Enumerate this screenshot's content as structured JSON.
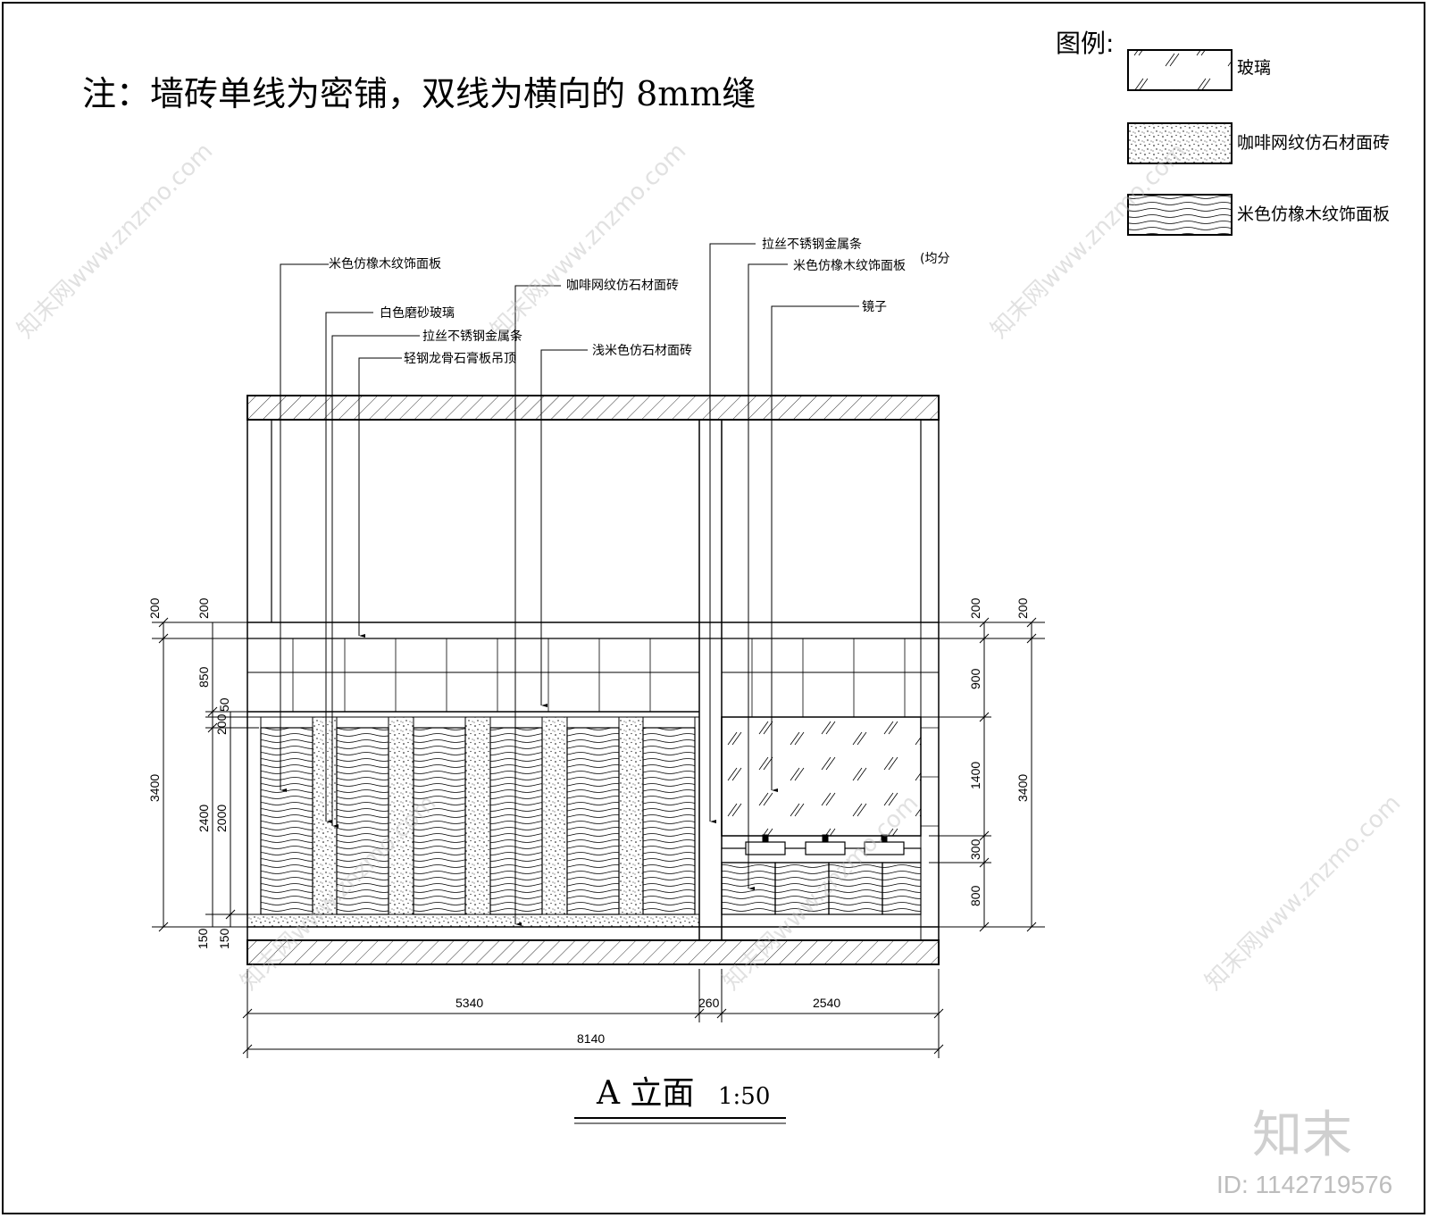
{
  "note": "注：墙砖单线为密铺，双线为横向的 8mm缝",
  "legend": {
    "title": "图例:",
    "items": [
      {
        "label": "玻璃",
        "pattern": "glass"
      },
      {
        "label": "咖啡网纹仿石材面砖",
        "pattern": "stone"
      },
      {
        "label": "米色仿橡木纹饰面板",
        "pattern": "wood"
      }
    ]
  },
  "leaders": [
    {
      "text": "米色仿橡木纹饰面板"
    },
    {
      "text": "白色磨砂玻璃"
    },
    {
      "text": "拉丝不锈钢金属条"
    },
    {
      "text": "轻钢龙骨石膏板吊顶"
    },
    {
      "text": "咖啡网纹仿石材面砖"
    },
    {
      "text": "浅米色仿石材面砖"
    },
    {
      "text": "拉丝不锈钢金属条"
    },
    {
      "text": "米色仿橡木纹饰面板"
    },
    {
      "text": "(均分"
    },
    {
      "text": "镜子"
    }
  ],
  "dimensions": {
    "left_outer": [
      "200",
      "3400",
      "150"
    ],
    "left_inner": [
      "200",
      "850",
      "50",
      "200",
      "2400",
      "2000",
      "150"
    ],
    "right_inner": [
      "200",
      "900",
      "1400",
      "300",
      "800"
    ],
    "right_outer": [
      "200",
      "3400"
    ],
    "bottom_row1": [
      "5340",
      "260",
      "2540"
    ],
    "bottom_total": "8140"
  },
  "title": {
    "main": "A 立面",
    "scale": "1:50"
  },
  "watermark": {
    "logo": "知末",
    "id": "ID: 1142719576",
    "site": "知末网www.znzmo.com"
  }
}
